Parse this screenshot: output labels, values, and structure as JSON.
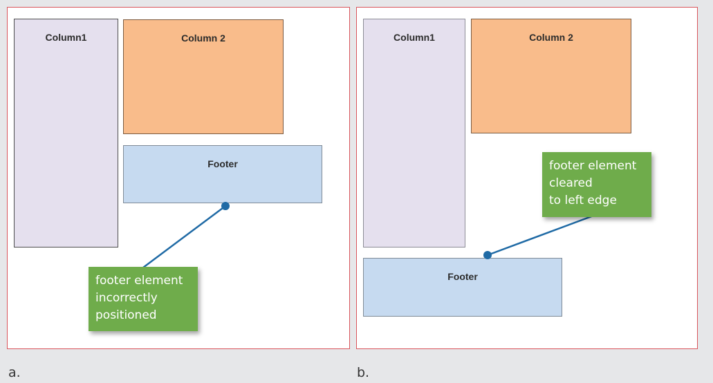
{
  "panels": {
    "a": {
      "caption": "a.",
      "column1_label": "Column1",
      "column2_label": "Column 2",
      "footer_label": "Footer",
      "callout_lines": [
        "footer element",
        "incorrectly",
        "positioned"
      ]
    },
    "b": {
      "caption": "b.",
      "column1_label": "Column1",
      "column2_label": "Column 2",
      "footer_label": "Footer",
      "callout_lines": [
        "footer element",
        "cleared",
        "to left edge"
      ]
    }
  },
  "colors": {
    "panel_border": "#d9545a",
    "column1_fill": "#e5e0ee",
    "column2_fill": "#f9bc8b",
    "footer_fill": "#c6daf0",
    "callout_fill": "#6fac4b",
    "leader_line": "#1f6aa5"
  }
}
